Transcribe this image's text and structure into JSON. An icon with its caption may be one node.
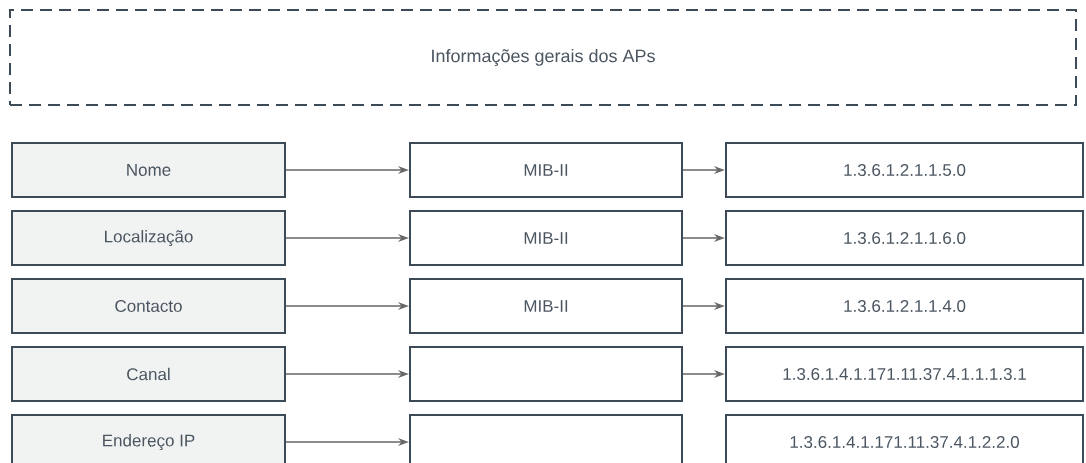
{
  "diagram": {
    "nodes": [
      {
        "text": [
          "Informações gerais dos APs"
        ]
      },
      {
        "text": [
          "Nome"
        ]
      },
      {
        "text": [
          "MIB-II"
        ]
      },
      {
        "text": [
          "1.3.6.1.2.1.1.5.0"
        ]
      },
      {
        "text": [
          "Localização"
        ]
      },
      {
        "text": [
          "MIB-II"
        ]
      },
      {
        "text": [
          "1.3.6.1.2.1.1.6.0"
        ]
      },
      {
        "text": [
          "Contacto"
        ]
      },
      {
        "text": [
          "MIB-II"
        ]
      },
      {
        "text": [
          "1.3.6.1.2.1.1.4.0"
        ]
      },
      {
        "text": [
          "Canal"
        ]
      },
      {
        "text": [],
        "shape": "box"
      },
      {
        "text": [
          "1.3.6.1.4.1.171.11.37.4.1.1.1.3.1"
        ]
      },
      {
        "text": [
          "Endereço IP"
        ]
      },
      {
        "text": [],
        "shape": "box"
      },
      {
        "text": [
          "1.3.6.1.4.1.171.11.37.4.1.2.2.0"
        ]
      }
    ],
    "edges": [
      {
        "from": 1,
        "to": 2,
        "arrow": "to"
      },
      {
        "from": 2,
        "to": 3,
        "arrow": "to"
      },
      {
        "from": 4,
        "to": 5,
        "arrow": "to"
      },
      {
        "from": 5,
        "to": 6,
        "arrow": "to"
      },
      {
        "from": 7,
        "to": 8,
        "arrow": "to"
      },
      {
        "from": 8,
        "to": 9,
        "arrow": "to"
      },
      {
        "from": 10,
        "to": 11,
        "arrow": "to"
      },
      {
        "from": 11,
        "to": 12,
        "arrow": "to"
      },
      {
        "from": 13,
        "to": 14,
        "arrow": "to"
      }
    ]
  }
}
